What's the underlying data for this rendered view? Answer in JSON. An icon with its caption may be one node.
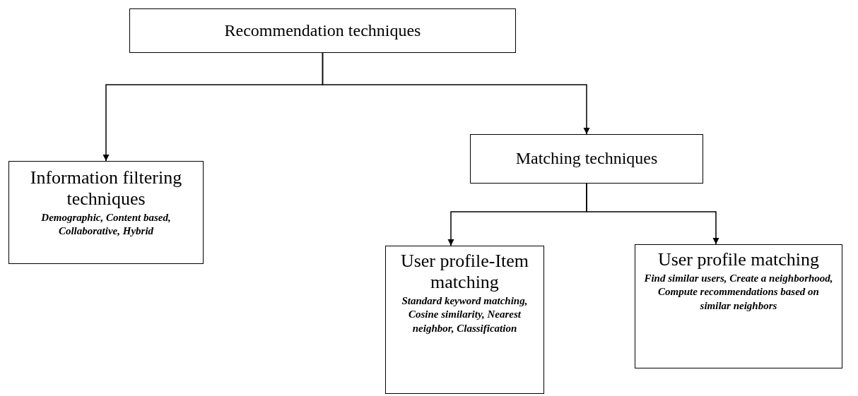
{
  "diagram": {
    "nodes": [
      {
        "text": [
          "Recommendation techniques"
        ]
      },
      {
        "text": [
          "Information filtering techniques",
          "Demographic, Content based, Collaborative, Hybrid"
        ]
      },
      {
        "text": [
          "Matching techniques"
        ]
      },
      {
        "text": [
          "User profile-Item matching",
          "Standard keyword matching, Cosine similarity, Nearest neighbor, Classification"
        ]
      },
      {
        "text": [
          "User profile matching",
          "Find similar users, Create a neighborhood, Compute recommendations based on similar neighbors"
        ]
      }
    ],
    "edges": [
      {
        "from": 0,
        "to": 1,
        "arrow": "to"
      },
      {
        "from": 0,
        "to": 2,
        "arrow": "to"
      },
      {
        "from": 2,
        "to": 3,
        "arrow": "to"
      },
      {
        "from": 2,
        "to": 4,
        "arrow": "to"
      }
    ]
  }
}
